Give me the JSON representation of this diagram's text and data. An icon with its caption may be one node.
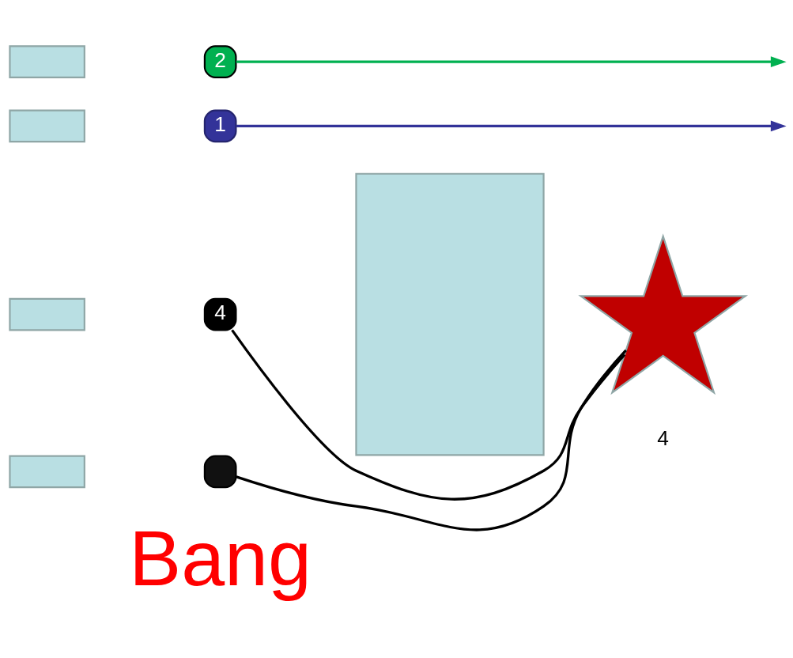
{
  "diagram": {
    "nodes": [
      {
        "text": [],
        "shape": "box"
      },
      {
        "text": [
          "4"
        ]
      },
      {
        "text": [],
        "shape": "box"
      },
      {
        "text": [
          "1"
        ]
      },
      {
        "text": [],
        "shape": "box"
      },
      {
        "text": [],
        "shape": "box"
      },
      {
        "text": [],
        "shape": "box"
      },
      {
        "text": [
          "2"
        ]
      },
      {
        "text": [],
        "shape": "box"
      },
      {
        "text": [],
        "shape": "star"
      }
    ],
    "edges": [
      {
        "from": 1,
        "to": 9,
        "arrow": "none"
      },
      {
        "from": 3,
        "to": null,
        "arrow": "to",
        "color": "#333399"
      },
      {
        "from": 5,
        "to": 9,
        "arrow": "none"
      },
      {
        "from": 7,
        "to": null,
        "arrow": "to",
        "color": "#00b050"
      }
    ],
    "labels": [
      "Bang",
      "4"
    ]
  }
}
